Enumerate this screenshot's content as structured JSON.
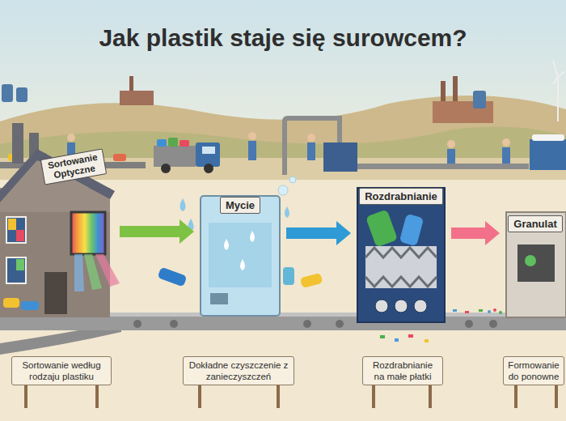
{
  "diagram": {
    "title": "Jak plastik staje się surowcem?",
    "nodes": [
      {
        "text": [
          "Sortowanie Optyczne"
        ]
      },
      {
        "text": [
          "Mycie"
        ]
      },
      {
        "text": [
          "Rozdrabnianie"
        ]
      },
      {
        "text": [
          "Granulat"
        ]
      },
      {
        "text": [
          "Sortowanie według rodzaju plastiku"
        ]
      },
      {
        "text": [
          "Dokładne czyszczenie z zanieczyszczeń"
        ]
      },
      {
        "text": [
          "Rozdrabnianie na małe płatki"
        ]
      },
      {
        "text": [
          "Formowanie do ponowne"
        ]
      }
    ],
    "edges": [
      {
        "from": 0,
        "to": 1,
        "arrow": "to"
      },
      {
        "from": 1,
        "to": 2,
        "arrow": "to"
      },
      {
        "from": 2,
        "to": 3,
        "arrow": "to"
      }
    ]
  }
}
